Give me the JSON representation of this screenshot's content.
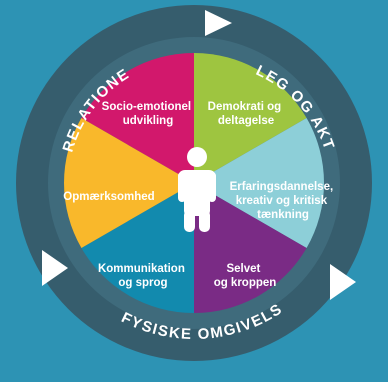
{
  "colors": {
    "background": "#2d93b4",
    "outer_ring": "#365d6d",
    "inner_ring": "#3f6b7c",
    "arrow": "#ffffff",
    "segments": {
      "socio_emotionel": "#d2186c",
      "demokrati": "#9ec540",
      "erfaringsdannelse": "#8dcfd8",
      "selvet": "#7a2b85",
      "kommunikation": "#128aae",
      "opmaerksomhed": "#f9b82b"
    },
    "figure": "#ffffff"
  },
  "ring_labels": {
    "top_left": "RELATIONER",
    "top_right": "LEG OG AKTIVITET",
    "bottom": "FYSISKE OMGIVELSER"
  },
  "segments": {
    "socio_emotionel": [
      "Socio-emotionel",
      "udvikling"
    ],
    "demokrati": [
      "Demokrati og",
      "deltagelse"
    ],
    "erfaringsdannelse": [
      "Erfaringsdannelse,",
      "kreativ og kritisk",
      "tænkning"
    ],
    "selvet": [
      "Selvet",
      "og kroppen"
    ],
    "kommunikation": [
      "Kommunikation",
      "og sprog"
    ],
    "opmaerksomhed": [
      "Opmærksomhed"
    ]
  },
  "icons": {
    "center": "child-figure-icon",
    "arrows": "play-triangle-icon"
  }
}
